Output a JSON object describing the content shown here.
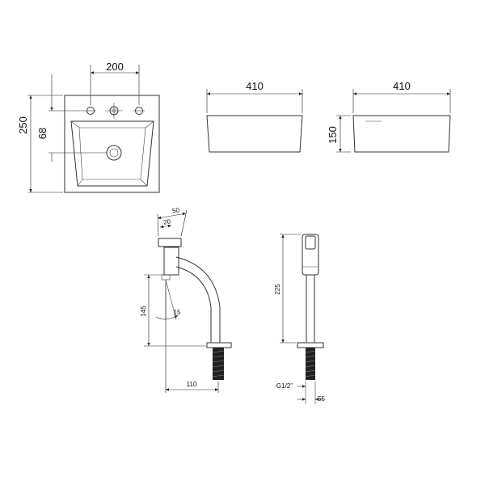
{
  "sink_top": {
    "width_label": "200",
    "depth_label": "250",
    "hole_offset_label": "68"
  },
  "sink_front": {
    "width_label": "410"
  },
  "sink_side": {
    "width_label": "410",
    "height_label": "150"
  },
  "faucet_side": {
    "top_label": "50",
    "lever_label": "20",
    "height_label": "145",
    "angle_label": "15",
    "reach_label": "110"
  },
  "faucet_front": {
    "height_label": "225",
    "thread_label": "G1/2\"",
    "base_label": "55"
  }
}
